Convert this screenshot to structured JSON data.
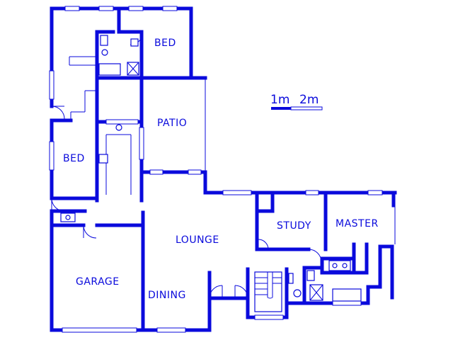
{
  "rooms": {
    "bed_north": "BED",
    "patio": "PATIO",
    "bed_west": "BED",
    "study": "STUDY",
    "master": "MASTER",
    "lounge": "LOUNGE",
    "garage": "GARAGE",
    "dining": "DINING"
  },
  "scale": {
    "one": "1m",
    "two": "2m"
  },
  "colors": {
    "walls": "#0a0adc",
    "background": "#ffffff"
  }
}
